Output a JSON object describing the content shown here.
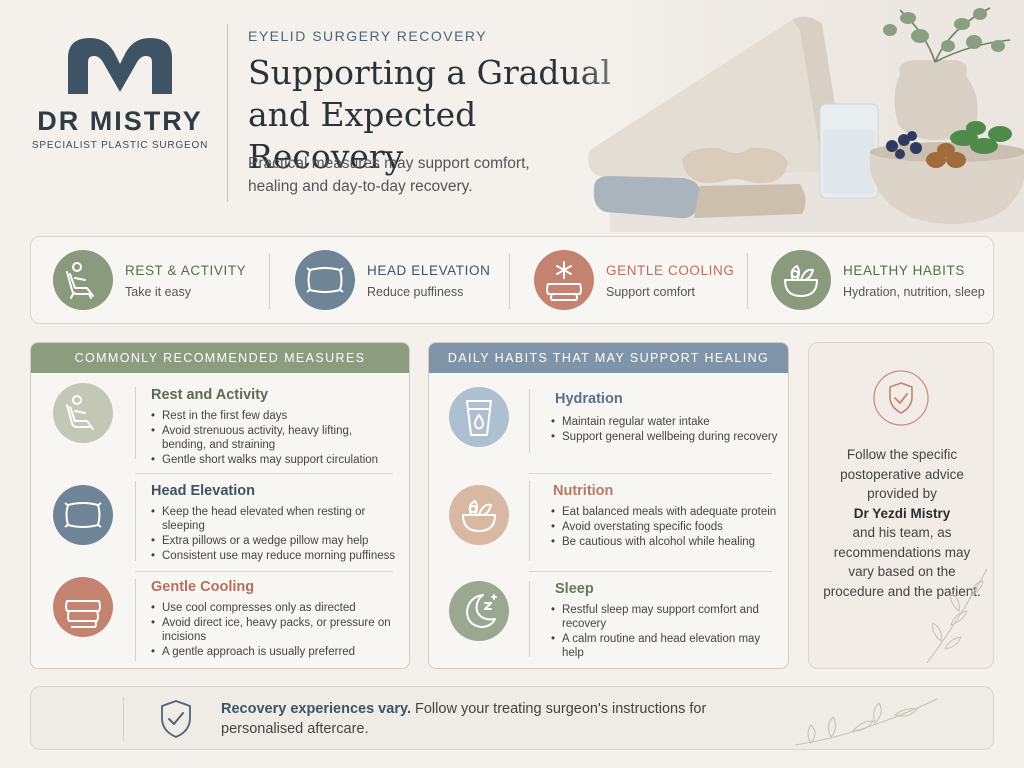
{
  "brand": {
    "name": "DR MISTRY",
    "subtitle": "SPECIALIST PLASTIC SURGEON",
    "color": "#3e5363"
  },
  "hero": {
    "eyebrow": "EYELID SURGERY RECOVERY",
    "headline_line1": "Supporting a Gradual",
    "headline_line2": "and Expected Recovery",
    "lede": "Practical measures may support comfort, healing and day-to-day recovery."
  },
  "categories": [
    {
      "title": "REST & ACTIVITY",
      "subtitle": "Take it easy",
      "icon": "recliner-icon",
      "color": "#8a9a7d"
    },
    {
      "title": "HEAD ELEVATION",
      "subtitle": "Reduce puffiness",
      "icon": "pillow-icon",
      "color": "#6f8597"
    },
    {
      "title": "GENTLE COOLING",
      "subtitle": "Support comfort",
      "icon": "cold-compress-icon",
      "color": "#c48271"
    },
    {
      "title": "HEALTHY HABITS",
      "subtitle": "Hydration, nutrition, sleep",
      "icon": "salad-bowl-icon",
      "color": "#8a9a7d"
    }
  ],
  "measures": {
    "header": "COMMONLY RECOMMENDED MEASURES",
    "header_color": "#8c9c7f",
    "items": [
      {
        "title": "Rest and Activity",
        "title_color": "#5b6a52",
        "icon": "recliner-icon",
        "circle_color": "#c3c8b6",
        "bullets": [
          "Rest in the first few days",
          "Avoid strenuous activity, heavy lifting, bending, and straining",
          "Gentle short walks may support circulation"
        ]
      },
      {
        "title": "Head Elevation",
        "title_color": "#3e5363",
        "icon": "pillow-icon",
        "circle_color": "#6f8597",
        "bullets": [
          "Keep the head elevated when resting or sleeping",
          "Extra pillows or a wedge pillow may help",
          "Consistent use may reduce morning puffiness"
        ]
      },
      {
        "title": "Gentle Cooling",
        "title_color": "#b4705f",
        "icon": "cold-compress-icon",
        "circle_color": "#c48271",
        "bullets": [
          "Use cool compresses only as directed",
          "Avoid direct ice, heavy packs, or pressure on incisions",
          "A gentle approach is usually preferred"
        ]
      }
    ]
  },
  "habits": {
    "header": "DAILY HABITS THAT MAY SUPPORT HEALING",
    "header_color": "#7f95a7",
    "items": [
      {
        "title": "Hydration",
        "title_color": "#55728a",
        "icon": "water-glass-icon",
        "circle_color": "#aebfcf",
        "bullets": [
          "Maintain regular water intake",
          "Support general wellbeing during recovery"
        ]
      },
      {
        "title": "Nutrition",
        "title_color": "#b67a64",
        "icon": "salad-bowl-icon",
        "circle_color": "#d9b8a3",
        "bullets": [
          "Eat balanced meals with adequate protein",
          "Avoid overstating specific foods",
          "Be cautious with alcohol while healing"
        ]
      },
      {
        "title": "Sleep",
        "title_color": "#66795c",
        "icon": "moon-icon",
        "circle_color": "#9aa891",
        "bullets": [
          "Restful sleep may support comfort and recovery",
          "A calm routine and head elevation may help"
        ]
      }
    ]
  },
  "note": {
    "icon": "shield-check-icon",
    "text_before": "Follow the specific postoperative advice provided by",
    "doctor": "Dr Yezdi Mistry",
    "text_after": "and his team, as recommendations may vary based on the procedure and the patient."
  },
  "footer": {
    "icon": "shield-check-icon",
    "bold": "Recovery experiences vary.",
    "text": "Follow your treating surgeon's instructions for personalised aftercare."
  }
}
